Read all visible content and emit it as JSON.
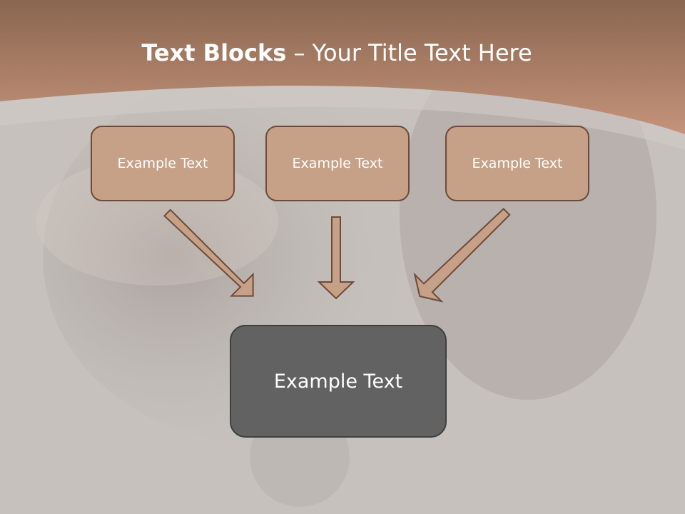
{
  "slide": {
    "title_bold": "Text Blocks",
    "title_sep": " – ",
    "title_rest": "Your Title Text Here",
    "boxes": [
      "Example Text",
      "Example Text",
      "Example Text"
    ],
    "target": "Example Text"
  },
  "colors": {
    "header": "#a97f62",
    "box_fill": "#c6a187",
    "box_border": "#6e4a3a",
    "target_fill": "#626262",
    "background": "#c6c1bd"
  }
}
